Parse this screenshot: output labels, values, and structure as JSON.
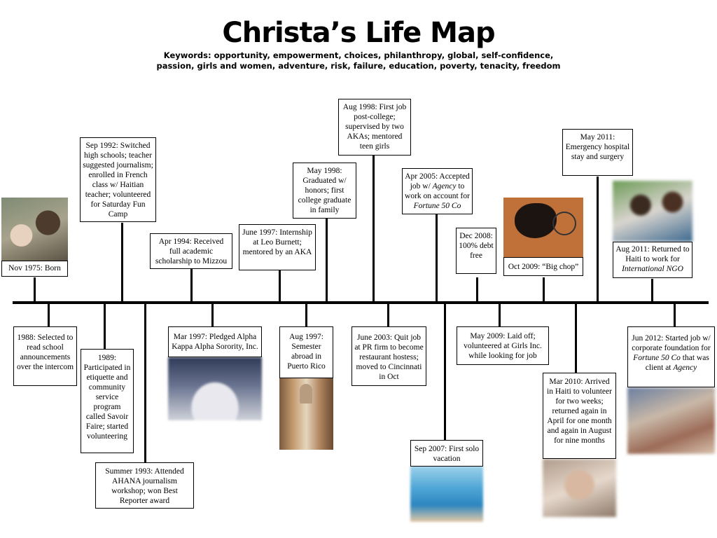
{
  "title": "Christa’s Life Map",
  "keywords": "Keywords: opportunity, empowerment, choices, philanthropy, global, self-confidence, passion, girls and women, adventure, risk, failure, education, poverty, tenacity, freedom",
  "events": {
    "born": "Nov 1975: Born",
    "e1988": "1988: Selected to read school announcements over the intercom",
    "e1989": "1989: Participated in etiquette and community service program called Savoir Faire; started volunteering",
    "e1992": "Sep 1992: Switched high schools; teacher suggested journalism; enrolled in French class w/ Haitian teacher; volunteered for Saturday Fun Camp",
    "e1993": "Summer 1993: Attended AHANA journalism workshop; won Best Reporter award",
    "e1994": "Apr 1994: Received full academic scholarship to Mizzou",
    "e1997mar": "Mar 1997: Pledged Alpha Kappa Alpha Sorority, Inc.",
    "e1997jun": "June 1997: Internship at Leo Burnett; mentored by an AKA",
    "e1997aug": "Aug 1997: Semester abroad in Puerto Rico",
    "e1998may": "May 1998: Graduated w/ honors; first college graduate in family",
    "e1998aug": "Aug 1998: First job post-college; supervised by two AKAs; mentored teen girls",
    "e2003": "June 2003: Quit job at PR firm to become restaurant hostess; moved to Cincinnati in Oct",
    "e2005_pre": "Apr 2005: Accepted job w/ ",
    "e2005_em1": "Agency",
    "e2005_mid": " to work on account for ",
    "e2005_em2": "Fortune 50 Co",
    "e2007": "Sep 2007: First solo vacation",
    "e2008": "Dec 2008: 100% debt free",
    "e2009may": "May 2009: Laid off; volunteered at Girls Inc. while looking for job",
    "e2009oct": "Oct 2009: “Big chop”",
    "e2010": "Mar 2010: Arrived in Haiti to volunteer for two weeks; returned again in April for one month and again in August for nine months",
    "e2011may": "May 2011: Emergency hospital stay and surgery",
    "e2011aug_pre": "Aug 2011: Returned to Haiti to work for ",
    "e2011aug_em": "International NGO",
    "e2012_pre": "Jun 2012: Started job w/ corporate foundation for ",
    "e2012_em1": "Fortune 50 Co",
    "e2012_mid": " that was client at ",
    "e2012_em2": "Agency"
  }
}
